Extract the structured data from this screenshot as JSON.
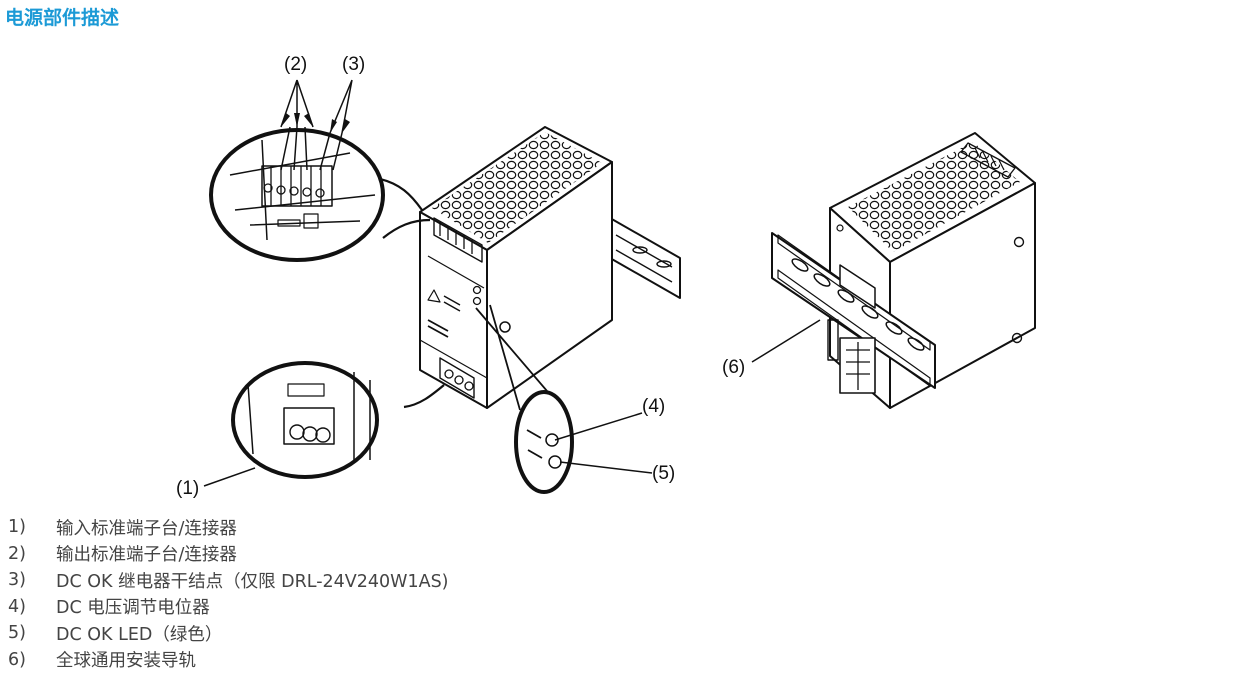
{
  "title": "电源部件描述",
  "callouts": {
    "c1": "(1)",
    "c2": "(2)",
    "c3": "(3)",
    "c4": "(4)",
    "c5": "(5)",
    "c6": "(6)"
  },
  "legend": [
    {
      "num": "1)",
      "text": "输入标准端子台/连接器"
    },
    {
      "num": "2)",
      "text": "输出标准端子台/连接器"
    },
    {
      "num": "3)",
      "text": "DC OK 继电器干结点（仅限 DRL-24V240W1AS)"
    },
    {
      "num": "4)",
      "text": "DC 电压调节电位器"
    },
    {
      "num": "5)",
      "text": "DC OK LED（绿色）"
    },
    {
      "num": "6)",
      "text": "全球通用安装导轨"
    }
  ]
}
